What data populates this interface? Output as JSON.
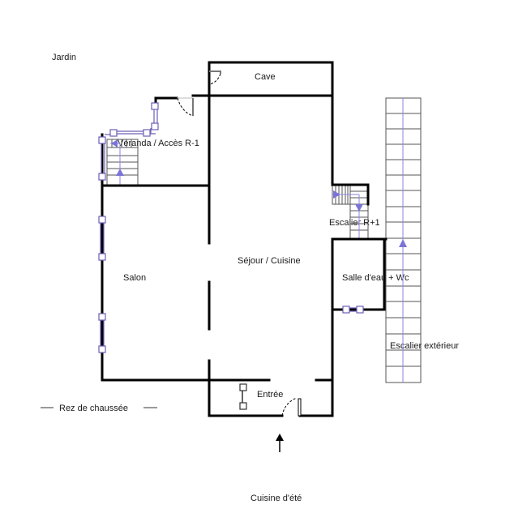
{
  "plan": {
    "title": "Rez de chaussée",
    "title_decor": "-----"
  },
  "rooms": {
    "jardin": "Jardin",
    "cave": "Cave",
    "veranda": "Véranda / Accès R-1",
    "escalier_r1": "Escalier R+1",
    "sejour": "Séjour / Cuisine",
    "salon": "Salon",
    "salle_eau": "Salle d'eau + Wc",
    "escalier_ext": "Escalier extérieur",
    "entree": "Entrée",
    "cuisine_ete": "Cuisine d'été"
  },
  "colors": {
    "wall": "#000000",
    "window": "#6b5fb5",
    "stair_arrow": "#7b74d8",
    "background": "#ffffff"
  },
  "icons": {
    "entry_arrow": "arrow-up-icon",
    "stair_arrows": "triangle-arrow-icon"
  }
}
